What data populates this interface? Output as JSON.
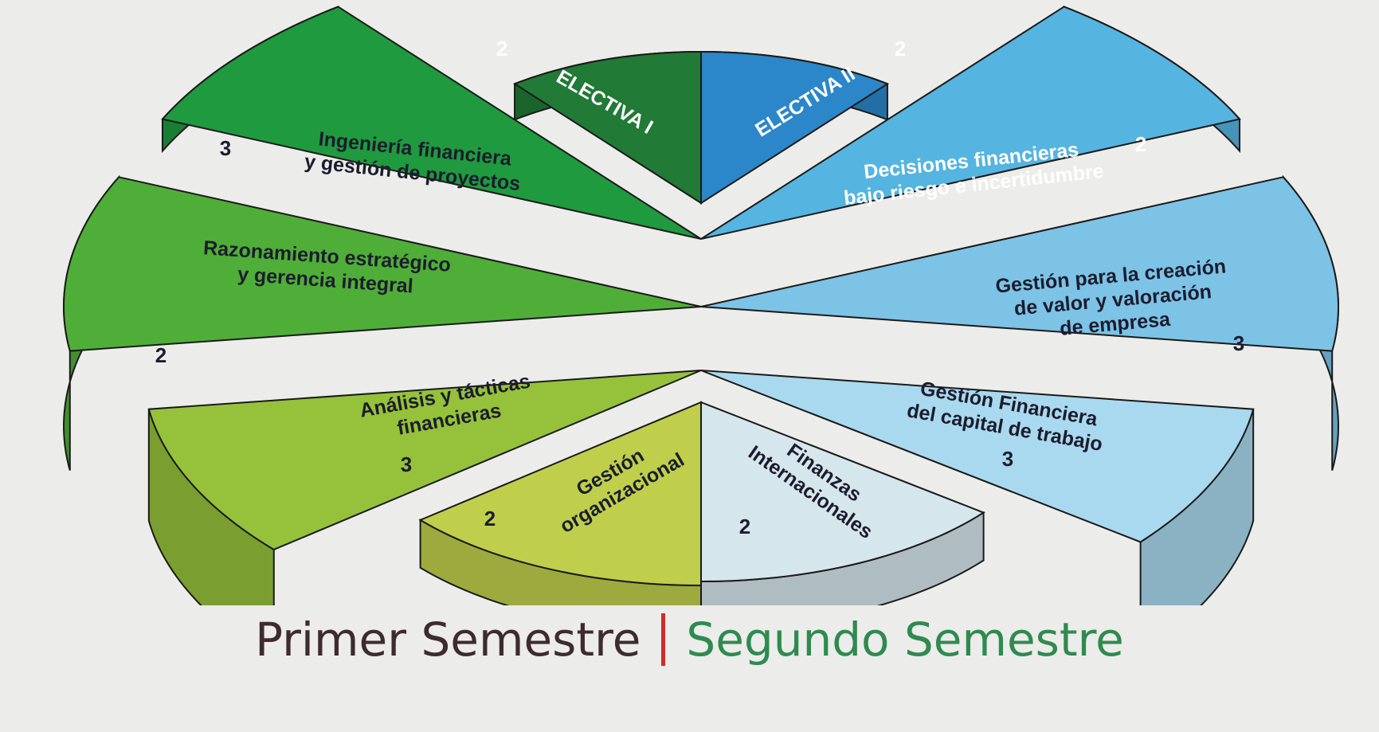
{
  "colors": {
    "background": "#ececea",
    "semester_1": "#3d2b31",
    "semester_2": "#2f8a4f",
    "divider": "#d22b2b"
  },
  "segments": [
    {
      "id": "electiva-1",
      "label": [
        "ELECTIVA I"
      ],
      "credits": "2",
      "semester": 1,
      "color": "#2b87c9",
      "text_color": "#ffffff"
    },
    {
      "id": "ingenieria-financiera",
      "label": [
        "Ingeniería financiera",
        "y gestión de proyectos"
      ],
      "credits": "3",
      "semester": 1,
      "color": "#55b4e0",
      "text_color": "#1c1c2e"
    },
    {
      "id": "razonamiento-estrategico",
      "label": [
        "Razonamiento estratégico",
        "y gerencia integral"
      ],
      "credits": "2",
      "semester": 1,
      "color": "#7cc3e6",
      "text_color": "#1c1c2e"
    },
    {
      "id": "analisis-tacticas",
      "label": [
        "Análisis y tácticas",
        "financieras"
      ],
      "credits": "3",
      "semester": 1,
      "color": "#a9d9ee",
      "text_color": "#1c1c2e"
    },
    {
      "id": "gestion-organizacional",
      "label": [
        "Gestión",
        "organizacional"
      ],
      "credits": "2",
      "semester": 1,
      "color": "#d5e6ec",
      "text_color": "#1c1c2e"
    },
    {
      "id": "finanzas-internacionales",
      "label": [
        "Finanzas",
        "Internacionales"
      ],
      "credits": "2",
      "semester": 2,
      "color": "#bfcf4c",
      "text_color": "#1c1c2e"
    },
    {
      "id": "gestion-capital-trabajo",
      "label": [
        "Gestión Financiera",
        "del capital de trabajo"
      ],
      "credits": "3",
      "semester": 2,
      "color": "#95c23a",
      "text_color": "#1c1c2e"
    },
    {
      "id": "gestion-creacion-valor",
      "label": [
        "Gestión para la creación",
        "de valor y valoración",
        "de empresa"
      ],
      "credits": "3",
      "semester": 2,
      "color": "#4fae37",
      "text_color": "#1c1c2e"
    },
    {
      "id": "decisiones-financieras",
      "label": [
        "Decisiones financieras",
        "bajo riesgo e incertidumbre"
      ],
      "credits": "2",
      "semester": 2,
      "color": "#1f9a3f",
      "text_color": "#ffffff"
    },
    {
      "id": "electiva-2",
      "label": [
        "ELECTIVA II"
      ],
      "credits": "2",
      "semester": 2,
      "color": "#217a35",
      "text_color": "#ffffff"
    }
  ],
  "footer": {
    "semester_1": "Primer Semestre",
    "semester_2": "Segundo Semestre"
  }
}
